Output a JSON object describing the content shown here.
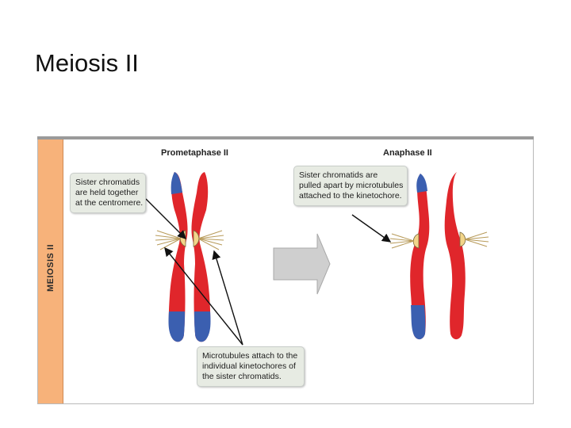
{
  "slide": {
    "title": "Meiosis II"
  },
  "figure": {
    "side_label": "MEIOSIS II",
    "prometaphase": {
      "title": "Prometaphase II",
      "callout_centromere": [
        "Sister chromatids",
        "are held together",
        "at the centromere."
      ],
      "callout_microtubules": [
        "Microtubules attach to the",
        "individual kinetochores of",
        "the sister chromatids."
      ]
    },
    "anaphase": {
      "title": "Anaphase II",
      "callout_pulled": [
        "Sister chromatids are",
        "pulled apart by microtubules",
        "attached to the kinetochore."
      ]
    },
    "colors": {
      "chromatid_red": "#e0262b",
      "chromatid_blue": "#3b5fb0",
      "kinetochore": "#f2d58a",
      "side_band": "#f7b27a",
      "callout_bg": "#e7ebe3",
      "arrow_gray": "#cfcfcf"
    }
  }
}
